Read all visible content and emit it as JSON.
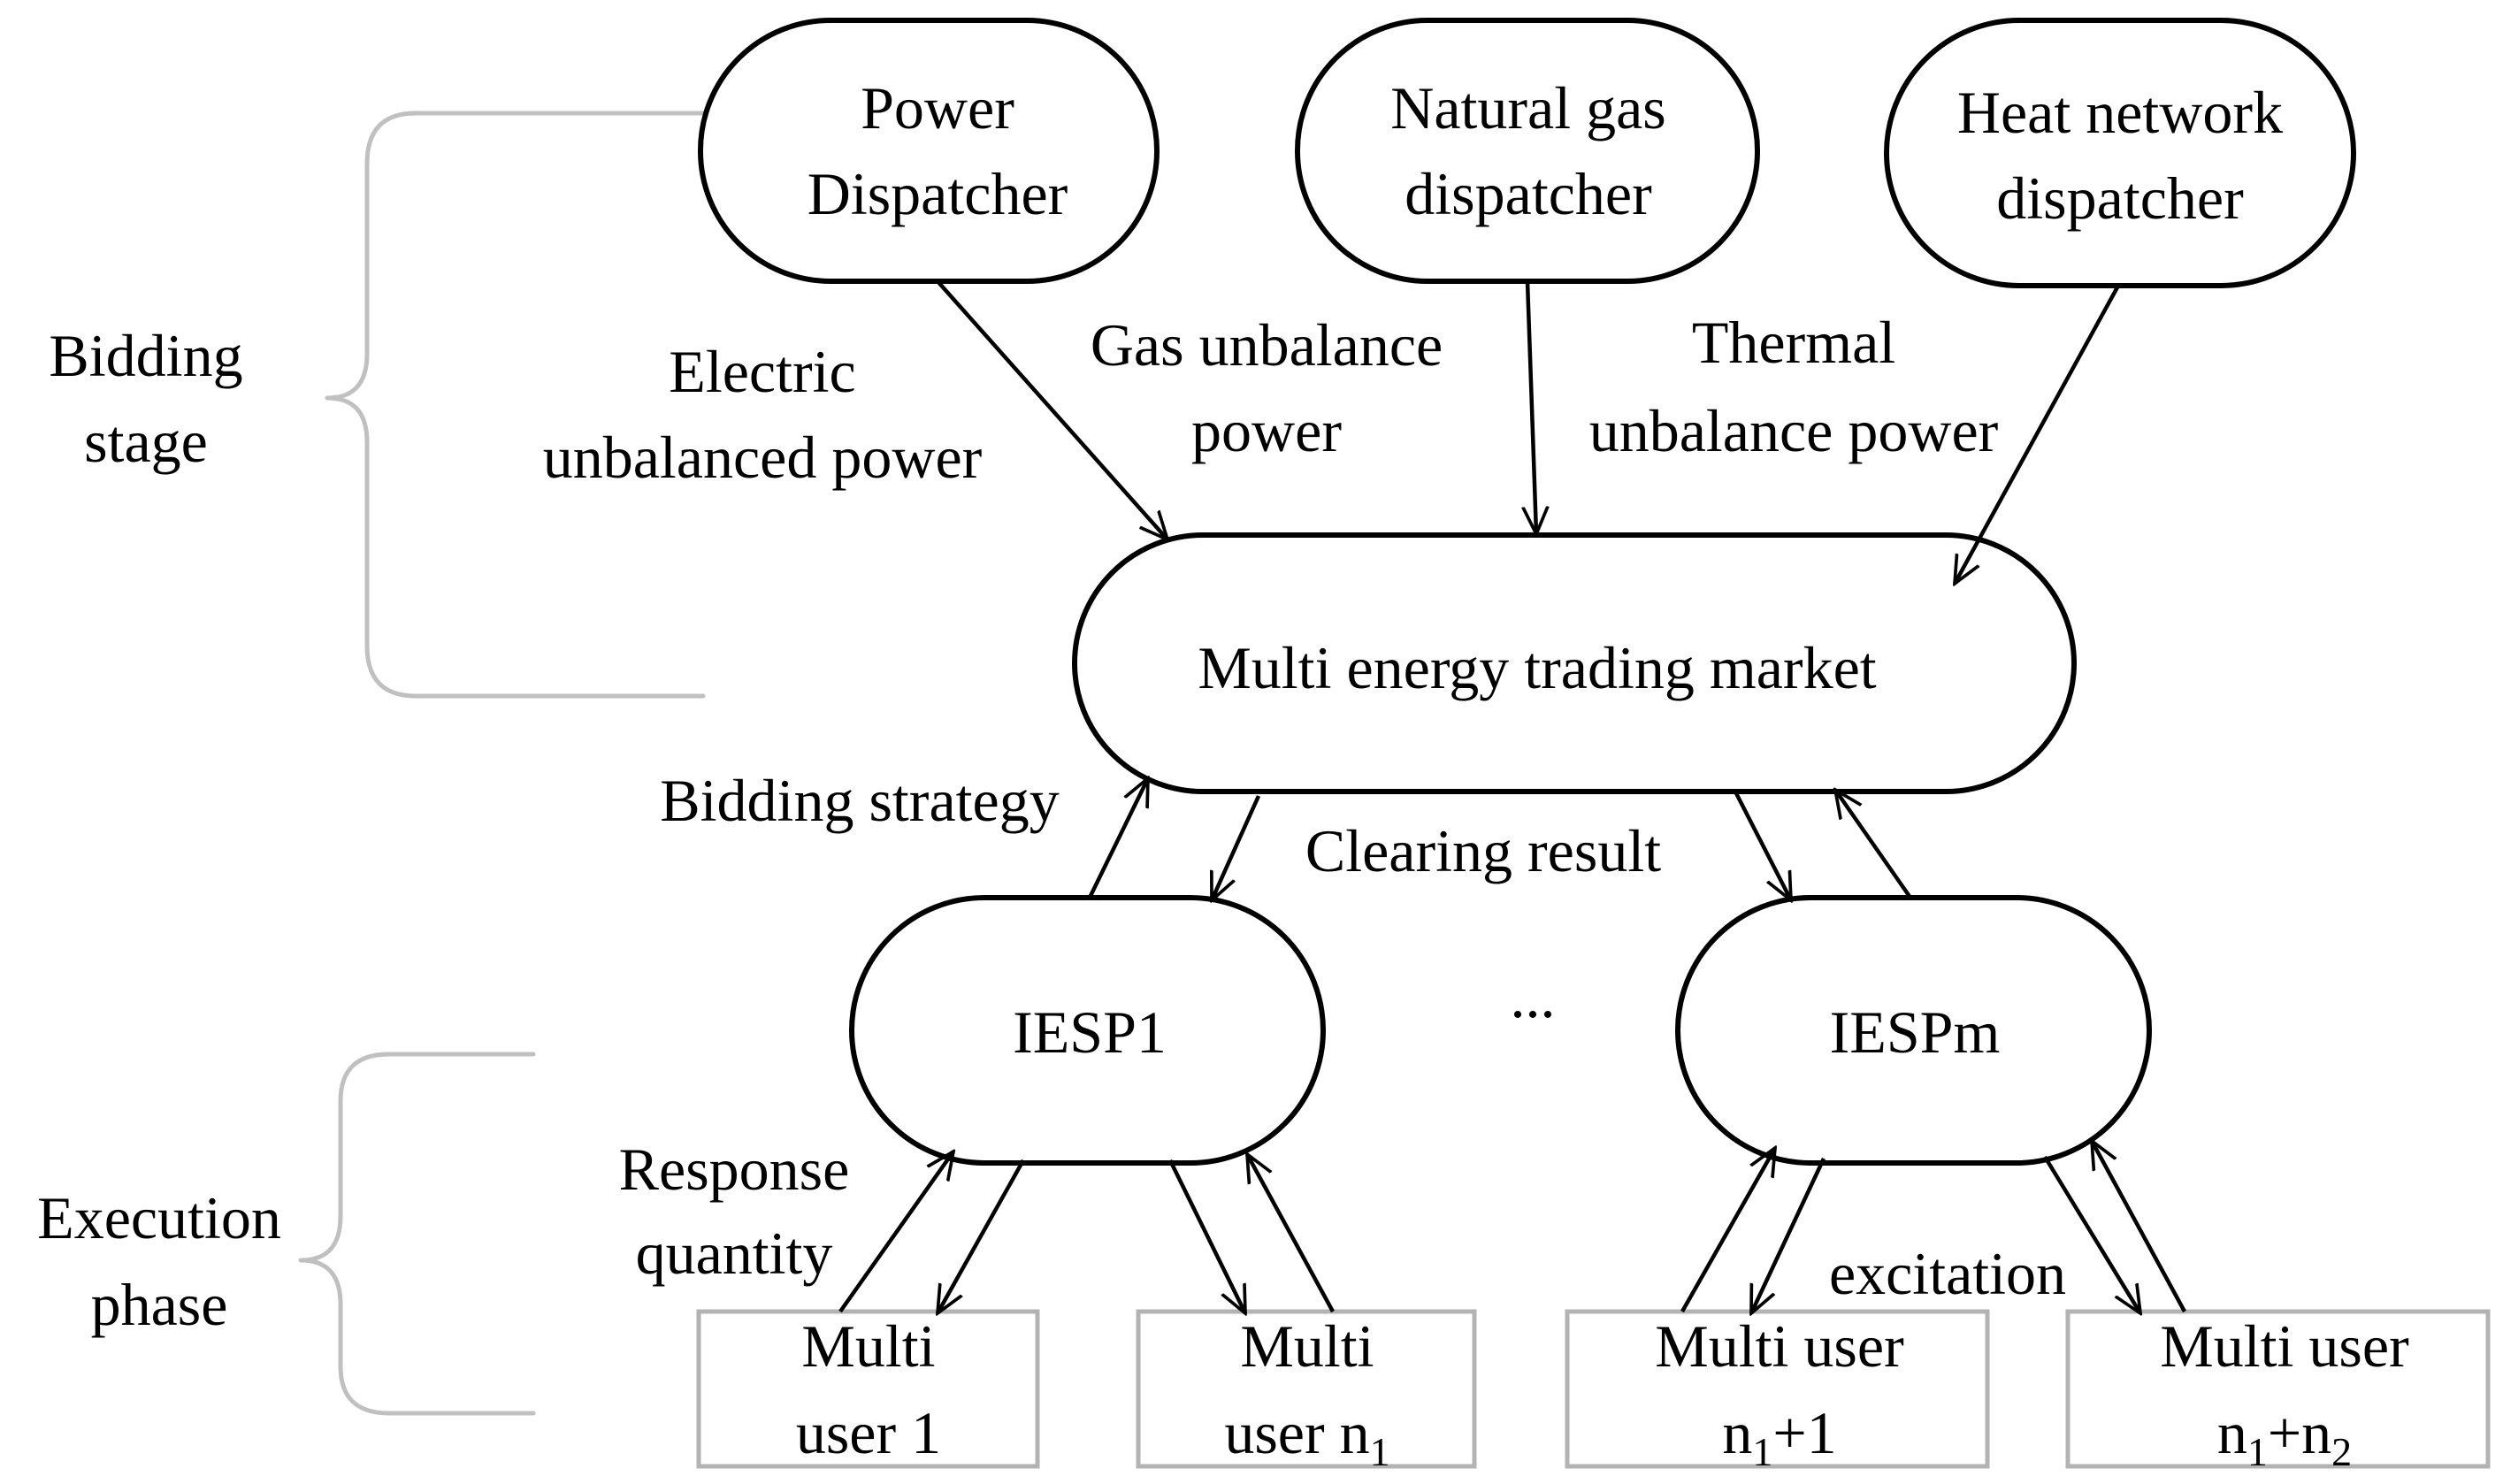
{
  "stages": {
    "bidding": [
      "Bidding",
      "stage"
    ],
    "execution": [
      "Execution",
      "phase"
    ]
  },
  "dispatchers": {
    "power": [
      "Power",
      "Dispatcher"
    ],
    "gas": [
      "Natural gas",
      "dispatcher"
    ],
    "heat": [
      "Heat network",
      "dispatcher"
    ]
  },
  "flows": {
    "electric": [
      "Electric",
      "unbalanced power"
    ],
    "gas": [
      "Gas unbalance",
      "power"
    ],
    "thermal": [
      "Thermal",
      "unbalance power"
    ],
    "bidding_strategy": "Bidding strategy",
    "clearing_result": "Clearing result",
    "response": [
      "Response",
      "quantity"
    ],
    "excitation": "excitation"
  },
  "market": "Multi energy trading market",
  "providers": {
    "first": "IESP1",
    "last": "IESPm",
    "ellipsis": "..."
  },
  "users": {
    "u1": [
      "Multi",
      "user 1"
    ],
    "un1": {
      "line1": "Multi",
      "line2_prefix": "user n",
      "line2_sub": "1"
    },
    "un1p1": {
      "line1": "Multi user",
      "prefix": "n",
      "sub": "1",
      "suffix": "+1"
    },
    "un1n2": {
      "line1": "Multi user",
      "prefix": "n",
      "sub1": "1",
      "mid": "+n",
      "sub2": "2"
    }
  }
}
